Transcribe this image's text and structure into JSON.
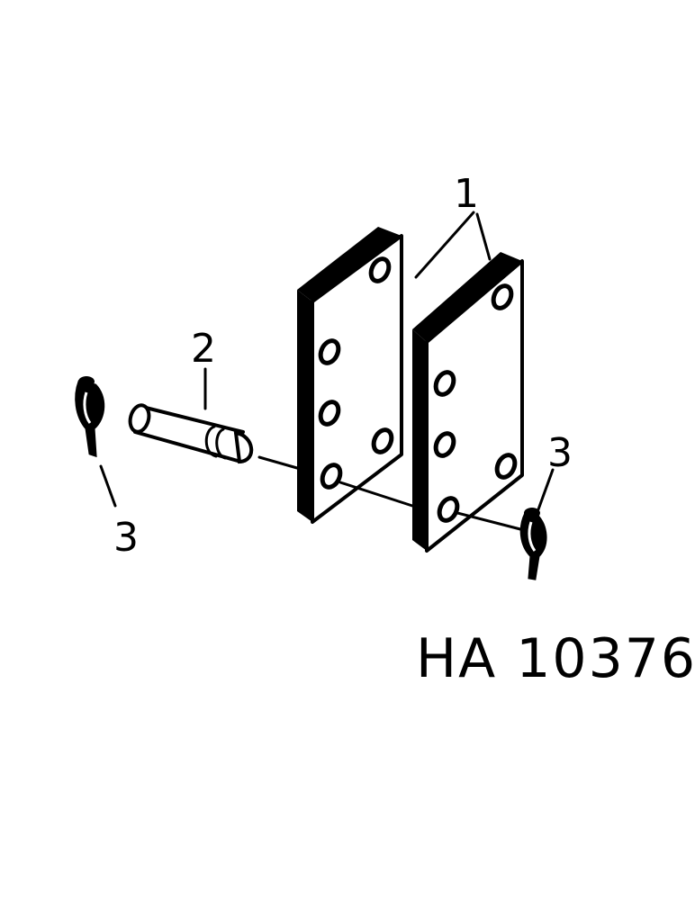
{
  "drawing": {
    "reference_code": "HA 10376",
    "callouts": {
      "plates": "1",
      "pin": "2",
      "clip_left": "3",
      "clip_right": "3"
    }
  },
  "parts": [
    {
      "ref": "1",
      "icon": "mounting-plate-icon",
      "count": 2
    },
    {
      "ref": "2",
      "icon": "pin-icon",
      "count": 1
    },
    {
      "ref": "3",
      "icon": "hair-pin-clip-icon",
      "count": 2
    }
  ]
}
